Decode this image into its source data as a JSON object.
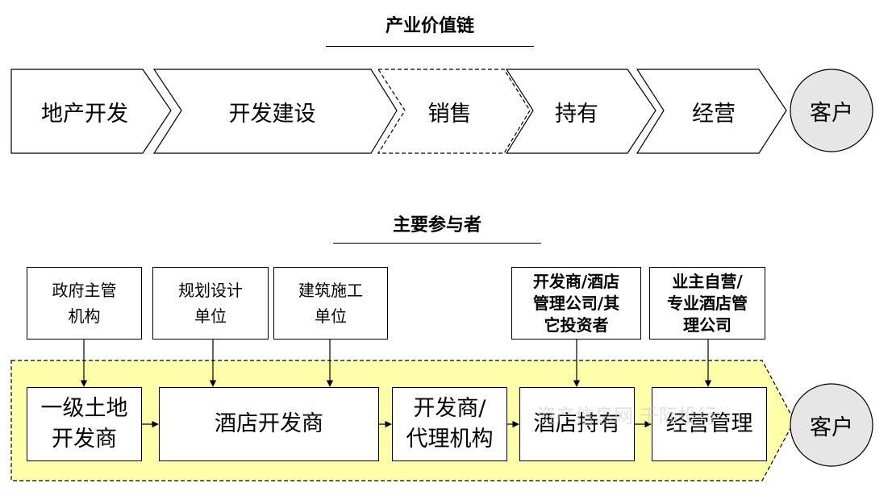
{
  "value_chain": {
    "title": "产业价值链",
    "steps": [
      {
        "label": "地产开发",
        "style": "solid"
      },
      {
        "label": "开发建设",
        "style": "solid"
      },
      {
        "label": "销售",
        "style": "dashed"
      },
      {
        "label": "持有",
        "style": "solid"
      },
      {
        "label": "经营",
        "style": "solid"
      }
    ],
    "customer": "客户"
  },
  "participants": {
    "title": "主要参与者",
    "top_boxes": [
      {
        "label": "政府主管\n机构",
        "bold": false
      },
      {
        "label": "规划设计\n单位",
        "bold": false
      },
      {
        "label": "建筑施工\n单位",
        "bold": false
      },
      {
        "label": "开发商/酒店\n管理公司/其\n它投资者",
        "bold": true
      },
      {
        "label": "业主自营/\n专业酒店管\n理公司",
        "bold": true
      }
    ],
    "flow_boxes": [
      {
        "label": "一级土地\n开发商"
      },
      {
        "label": "酒店开发商"
      },
      {
        "label": "开发商/\n代理机构"
      },
      {
        "label": "酒店持有"
      },
      {
        "label": "经营管理"
      }
    ],
    "customer": "客户"
  },
  "watermark": "资产信息网 千际投行",
  "colors": {
    "band_fill": "#FFFFAA",
    "circle_fill": "#E6E6E6",
    "line": "#000000"
  }
}
